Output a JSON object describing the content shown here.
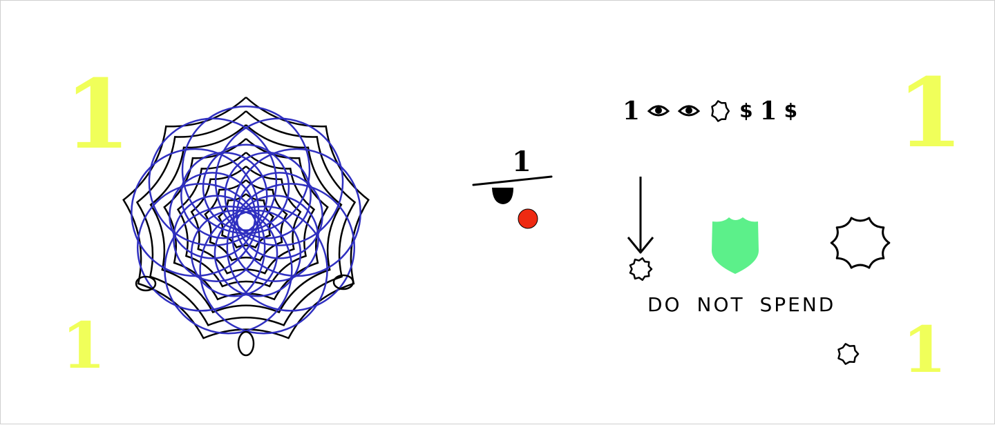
{
  "denomination": "1",
  "slogan": "DO NOT SPEND",
  "symbol_row": [
    {
      "kind": "digit",
      "text": "1"
    },
    {
      "kind": "icon",
      "icon": "eye-icon"
    },
    {
      "kind": "icon",
      "icon": "eye-icon"
    },
    {
      "kind": "icon",
      "icon": "wavy-blob-icon"
    },
    {
      "kind": "dollar",
      "text": "$"
    },
    {
      "kind": "digit",
      "text": "1"
    },
    {
      "kind": "dollar",
      "text": "$"
    }
  ],
  "colors": {
    "corner_numeral": "#f0ff5a",
    "rosette_blue": "#2f2fc0",
    "rosette_black": "#000000",
    "shield": "#5cf08a",
    "red_dot": "#ee2a12"
  },
  "icons": {
    "rosette": "guilloche-rosette",
    "pirate_hat": "eyepatch-hat-icon",
    "red_dot": "red-dot",
    "arrow": "down-arrow-icon",
    "small_gear": "gear-icon",
    "shield": "shield-icon",
    "scalloped_ring": "scalloped-ring-icon",
    "bottom_gear": "gear-icon"
  }
}
